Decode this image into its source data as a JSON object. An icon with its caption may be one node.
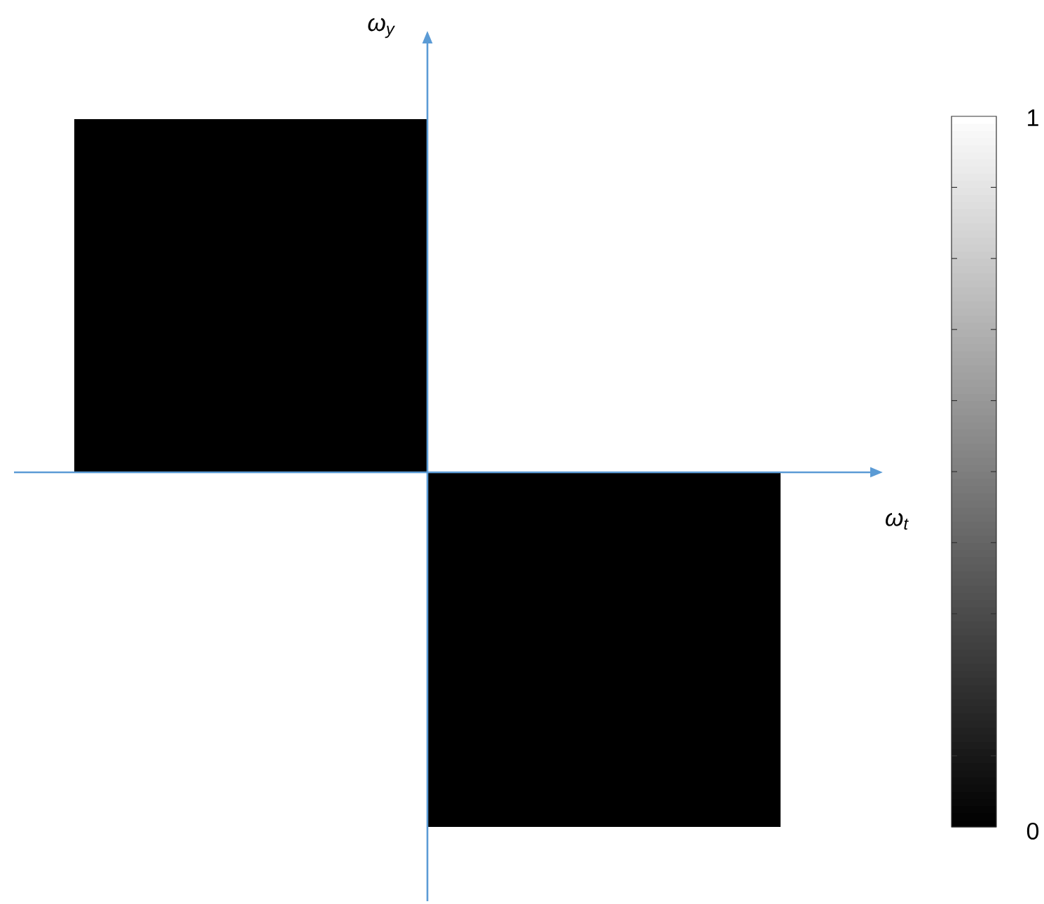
{
  "diagram": {
    "labels": [
      "ω$_{y}$",
      "ω$_{t}$",
      "1",
      "0"
    ]
  }
}
